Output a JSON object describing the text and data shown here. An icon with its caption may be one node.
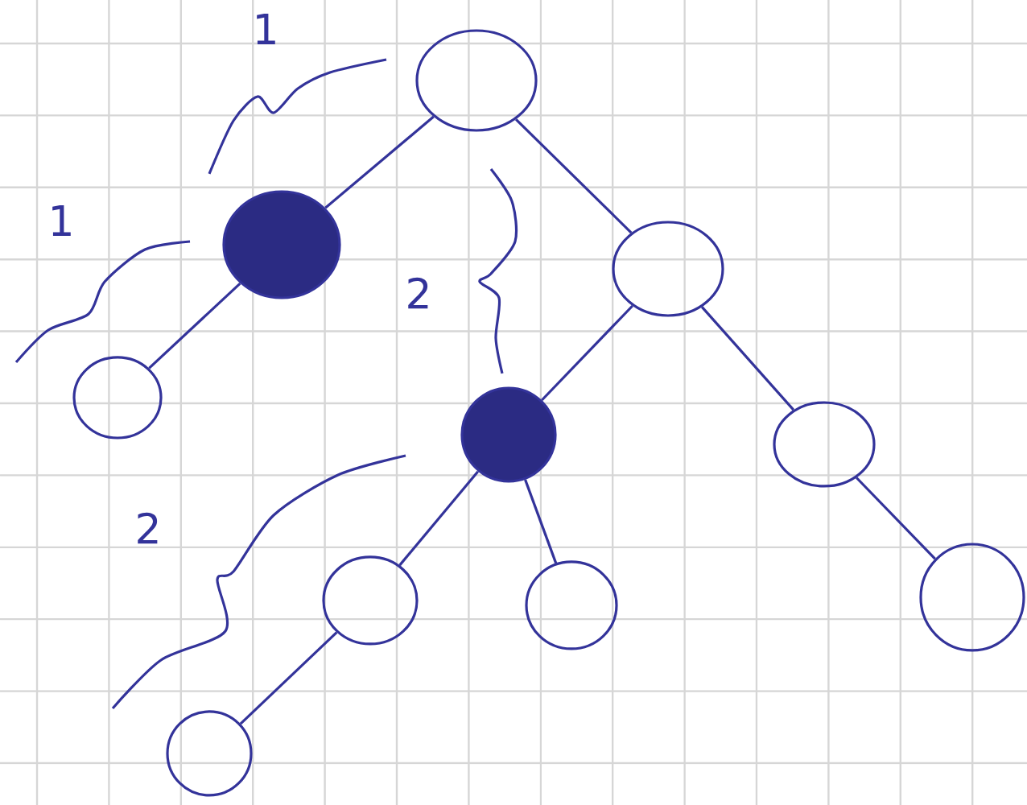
{
  "diagram": {
    "nodes": [
      {
        "text": [],
        "shape": "circle"
      },
      {
        "text": [],
        "shape": "dot"
      },
      {
        "text": [],
        "shape": "circle"
      },
      {
        "text": [],
        "shape": "circle"
      },
      {
        "text": [],
        "shape": "dot"
      },
      {
        "text": [],
        "shape": "circle"
      },
      {
        "text": [],
        "shape": "circle"
      },
      {
        "text": [],
        "shape": "circle"
      },
      {
        "text": [],
        "shape": "circle"
      },
      {
        "text": [],
        "shape": "circle"
      }
    ],
    "edges": [
      {
        "from": 0,
        "to": 1,
        "arrow": "none"
      },
      {
        "from": 0,
        "to": 3,
        "arrow": "none"
      },
      {
        "from": 1,
        "to": 2,
        "arrow": "none"
      },
      {
        "from": 3,
        "to": 4,
        "arrow": "none"
      },
      {
        "from": 3,
        "to": 5,
        "arrow": "none"
      },
      {
        "from": 4,
        "to": 6,
        "arrow": "none"
      },
      {
        "from": 4,
        "to": 7,
        "arrow": "none"
      },
      {
        "from": 6,
        "to": 8,
        "arrow": "none"
      },
      {
        "from": 5,
        "to": 9,
        "arrow": "none"
      }
    ],
    "labels": [
      "1",
      "1",
      "2",
      "2"
    ]
  }
}
